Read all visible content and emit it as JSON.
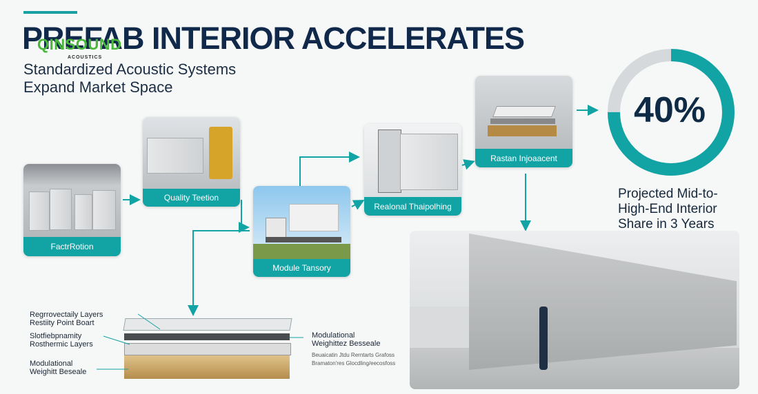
{
  "header": {
    "title": "PREFAB INTERIOR ACCELERATES",
    "logo_brand": "QINSOUND",
    "logo_sub": "ACOUSTICS",
    "subtitle_line1": "Standardized Acoustic Systems",
    "subtitle_line2": "Expand Market Space"
  },
  "steps": [
    {
      "label": "FactrRotion"
    },
    {
      "label": "Quality Teetion"
    },
    {
      "label": "Module Tansory"
    },
    {
      "label": "Realonal Thaipolhing"
    },
    {
      "label": "Rastan Injoaacent"
    }
  ],
  "stat": {
    "value": "40%",
    "fraction": 0.75,
    "line1": "Projected Mid-to-",
    "line2": "High-End Interior",
    "line3": "Share in 3 Years"
  },
  "layers": {
    "left_1a": "Regrrovectaily Layers",
    "left_1b": "Restiity Point Boart",
    "left_2a": "Slotfiebpnamity",
    "left_2b": "Rosthermic Layers",
    "left_3a": "Modulational",
    "left_3b": "Weighitt Beseale",
    "right_1a": "Modulational",
    "right_1b": "Weighittez Besseale",
    "right_small_1": "Beuaicatin Jtdu Rerntarts Grafoss",
    "right_small_2": "Bramaton'res Glocdling/eecosfoss"
  },
  "colors": {
    "accent": "#12a3a5",
    "title": "#10294a",
    "logo": "#49b83a",
    "ring_bg": "#d5d9db"
  }
}
